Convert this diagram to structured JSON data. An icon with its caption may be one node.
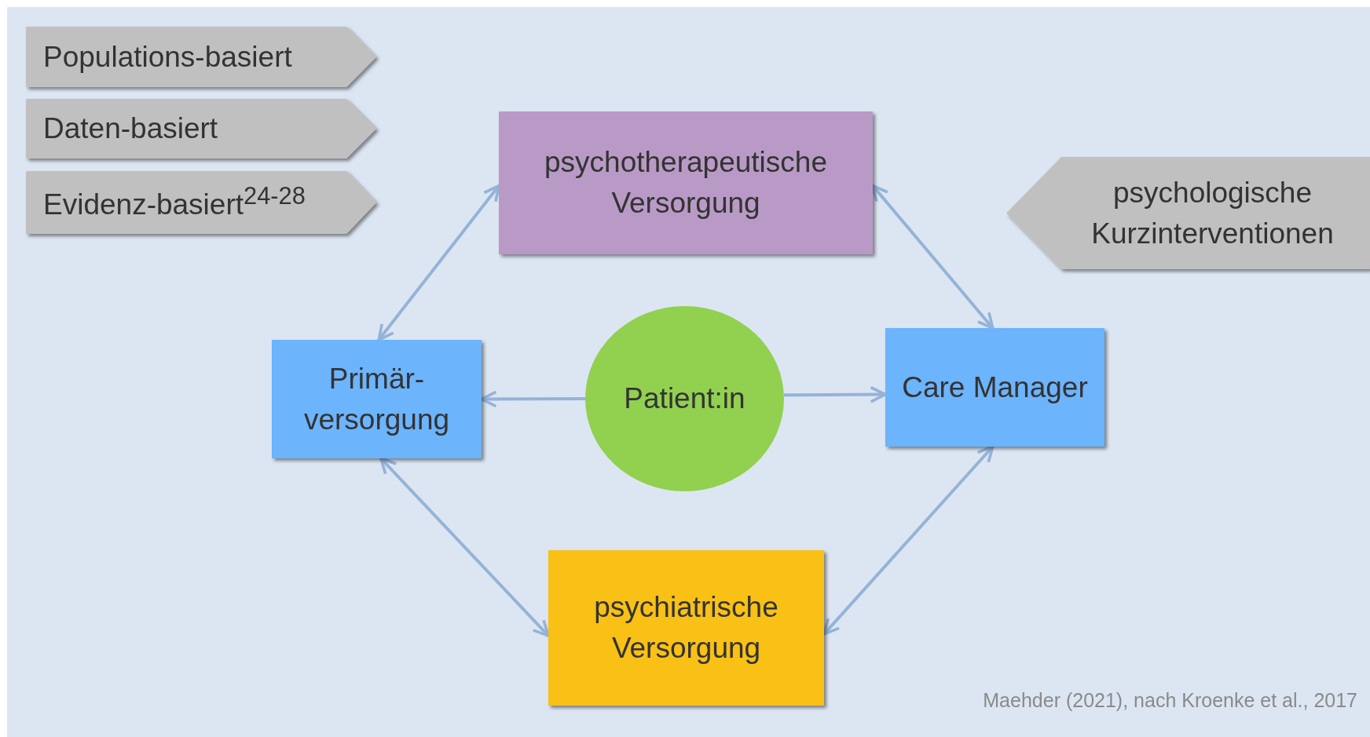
{
  "diagram": {
    "caption": "Maehder (2021), nach Kroenke et al., 2017",
    "nodes": [
      {
        "text": [
          "Populations-basiert"
        ]
      },
      {
        "text": [
          "Daten-basiert"
        ]
      },
      {
        "text": [
          "Evidenz-basiert$^{24-28}$"
        ]
      },
      {
        "text": [
          "psychotherapeutische Versorgung"
        ]
      },
      {
        "text": [
          "psychologische Kurzinterventionen"
        ]
      },
      {
        "text": [
          "Primär- versorgung"
        ]
      },
      {
        "text": [
          "Patient:in"
        ]
      },
      {
        "text": [
          "Care Manager"
        ]
      },
      {
        "text": [
          "psychiatrische Versorgung"
        ]
      }
    ],
    "edges": [
      {
        "from": 3,
        "to": 5,
        "arrow": "both"
      },
      {
        "from": 3,
        "to": 7,
        "arrow": "both"
      },
      {
        "from": 6,
        "to": 5,
        "arrow": "to"
      },
      {
        "from": 6,
        "to": 7,
        "arrow": "to"
      },
      {
        "from": 5,
        "to": 8,
        "arrow": "both"
      },
      {
        "from": 7,
        "to": 8,
        "arrow": "both"
      }
    ]
  }
}
